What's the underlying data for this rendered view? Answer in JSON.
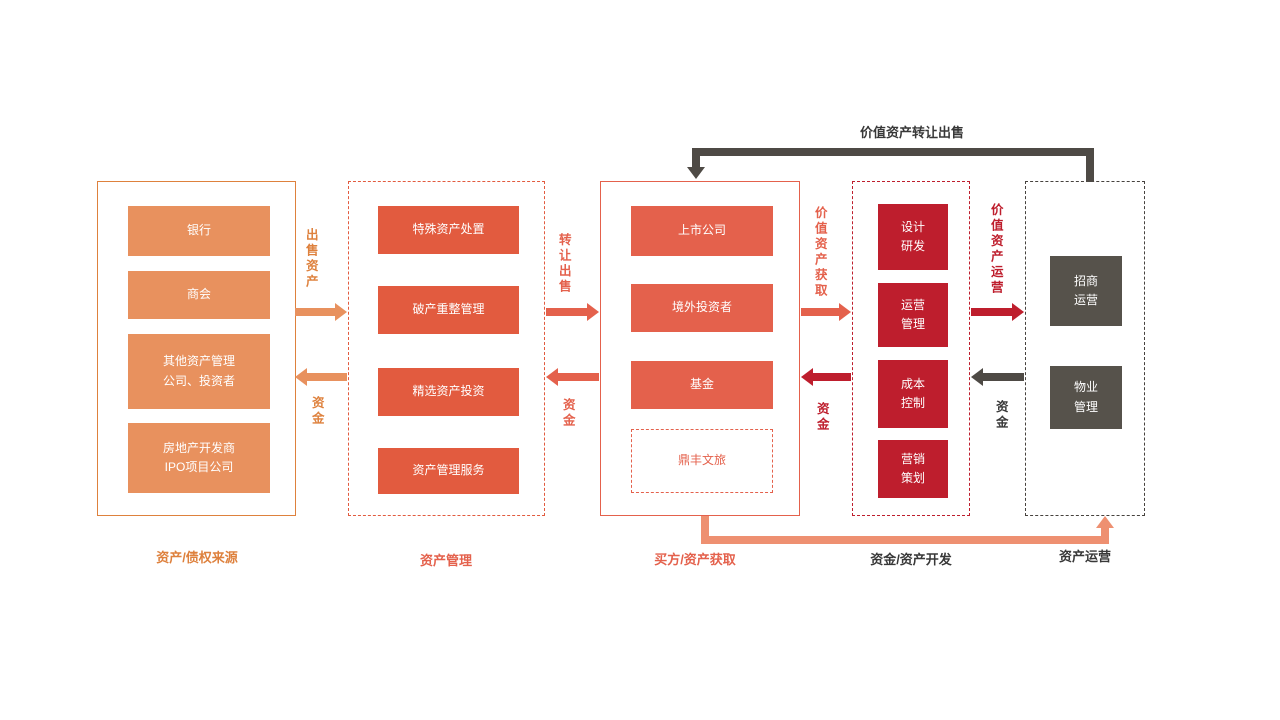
{
  "top_connector_label": "价值资产转让出售",
  "groups": [
    {
      "label": "资产/债权来源",
      "items": [
        "银行",
        "商会",
        "其他资产管理\n公司、投资者",
        "房地产开发商\nIPO项目公司"
      ]
    },
    {
      "label": "资产管理",
      "items": [
        "特殊资产处置",
        "破产重整管理",
        "精选资产投资",
        "资产管理服务"
      ]
    },
    {
      "label": "买方/资产获取",
      "items": [
        "上市公司",
        "境外投资者",
        "基金",
        "鼎丰文旅"
      ]
    },
    {
      "label": "资金/资产开发",
      "items": [
        "设计\n研发",
        "运营\n管理",
        "成本\n控制",
        "营销\n策划"
      ]
    },
    {
      "label": "资产运营",
      "items": [
        "招商\n运营",
        "物业\n管理"
      ]
    }
  ],
  "flow_labels": {
    "sell_assets": "出售资产",
    "funds_to_source": "资金",
    "transfer_sell": "转让出售",
    "funds_to_manager": "资金",
    "value_asset_acquisition": "价值资产获取",
    "funds_to_buyer": "资金",
    "value_asset_operation": "价值资产运营",
    "funds_to_developer": "资金"
  },
  "colors": {
    "orange": "#E8915E",
    "orange_text": "#DE813D",
    "salmon": "#E4614C",
    "salmon_deep": "#E25B3F",
    "salmon_light": "#EE9071",
    "crimson": "#BE1E2D",
    "dark_gray": "#56524B",
    "text_dark": "#383838"
  }
}
